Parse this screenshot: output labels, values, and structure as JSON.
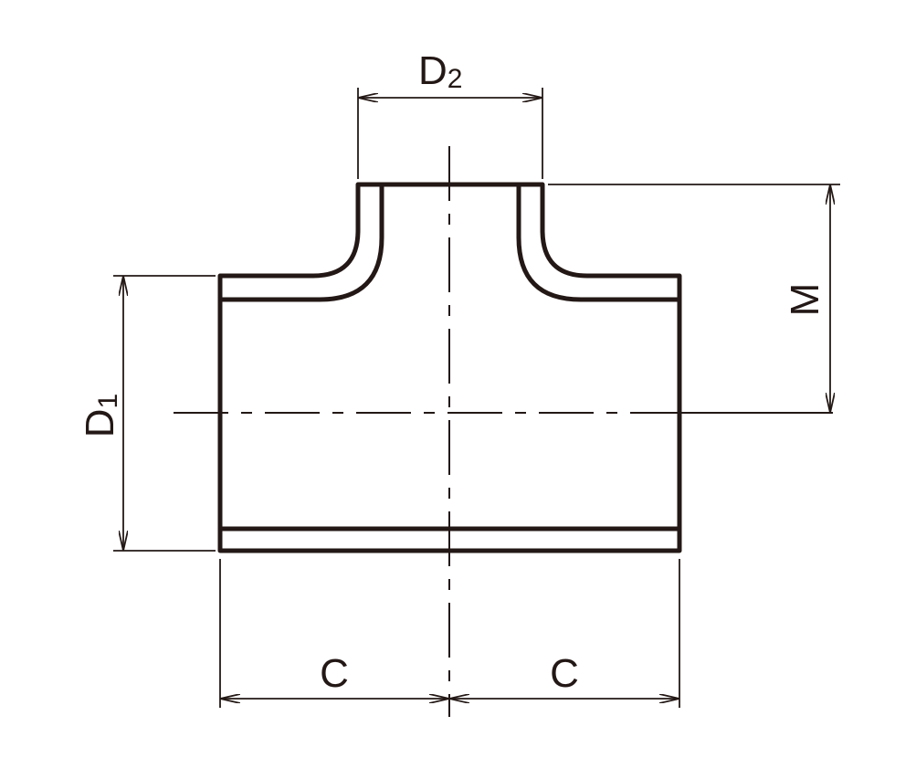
{
  "diagram": {
    "stroke_color": "#231815",
    "background_color": "#ffffff",
    "labels": {
      "d2": {
        "main": "D",
        "sub": "2"
      },
      "d1": {
        "main": "D",
        "sub": "1"
      },
      "m": "M",
      "c_left": "C",
      "c_right": "C"
    }
  }
}
